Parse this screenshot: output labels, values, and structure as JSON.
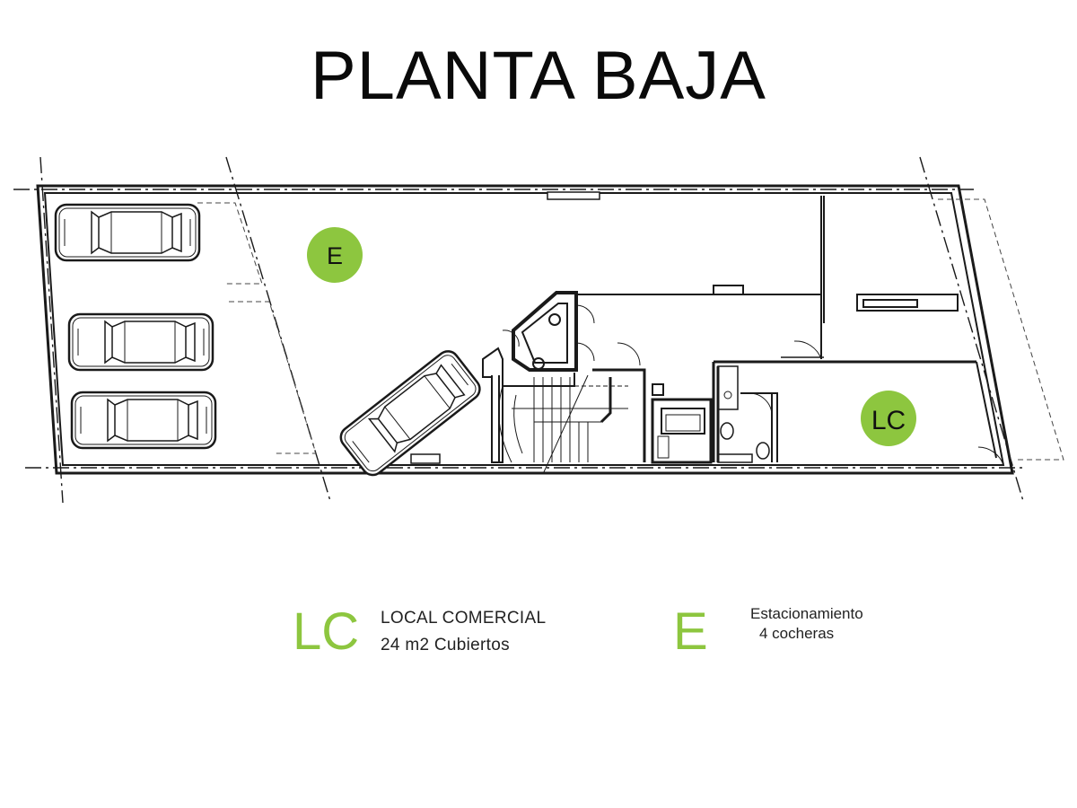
{
  "title": "PLANTA BAJA",
  "colors": {
    "accent": "#8dc63f",
    "line": "#1a1a1a"
  },
  "plan": {
    "markers": [
      {
        "code": "E"
      },
      {
        "code": "LC"
      }
    ]
  },
  "legend": [
    {
      "code": "LC",
      "line1": "LOCAL COMERCIAL",
      "line2": "24 m2 Cubiertos"
    },
    {
      "code": "E",
      "line1": "Estacionamiento",
      "line2": "4 cocheras"
    }
  ]
}
